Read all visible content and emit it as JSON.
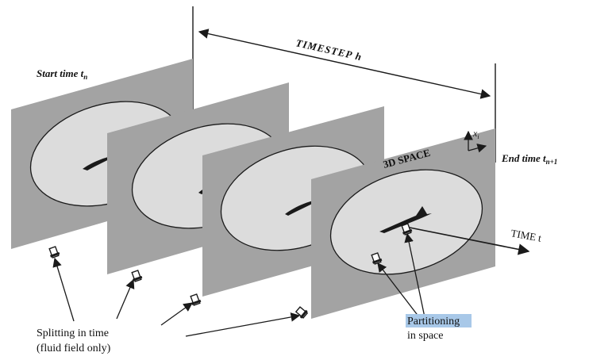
{
  "labels": {
    "start_time": "Start time t",
    "start_sub": "n",
    "timestep": "TIMESTEP  h",
    "space3d": "3D SPACE",
    "xi": "x",
    "xi_sub": "i",
    "end_time": "End time  t",
    "end_sub": "n+1",
    "time_t": "TIME t",
    "splitting_line1": "Splitting in time",
    "splitting_line2": "(fluid field only)",
    "partitioning_line1": "Partitioning",
    "partitioning_line2": "in space"
  },
  "colors": {
    "plane": "#a3a3a3",
    "ellipse": "#dcdcdc",
    "ink": "#1a1a1a",
    "highlight": "#a8c8e8"
  }
}
